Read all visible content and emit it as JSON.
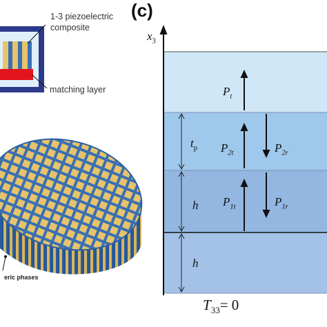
{
  "panel_label": "(c)",
  "composite_labels": {
    "composite": "1-3 piezoelectric composite",
    "matching": "matching layer",
    "phases": "eric phases"
  },
  "layer_diagram": {
    "axis": {
      "label": "x",
      "sub": "3"
    },
    "thickness": {
      "tp_main": "t",
      "tp_sub": "p",
      "h_upper": "h",
      "h_lower": "h"
    },
    "waves": [
      {
        "id": "pt",
        "main": "P",
        "sub": "t",
        "direction": "up"
      },
      {
        "id": "p2t",
        "main": "P",
        "sub": "2t",
        "direction": "up"
      },
      {
        "id": "p2r",
        "main": "P",
        "sub": "2r",
        "direction": "down"
      },
      {
        "id": "p1t",
        "main": "P",
        "sub": "1t",
        "direction": "up"
      },
      {
        "id": "p1r",
        "main": "P",
        "sub": "1r",
        "direction": "down"
      }
    ],
    "boundary": {
      "main": "T",
      "sub": "33",
      "value": "= 0"
    }
  },
  "colors": {
    "layer_top": "#cfe7f7",
    "layer_tp": "#9ec8ec",
    "layer_h": "#94b7e2",
    "layer_bottom": "#a4c2e8",
    "line": "#111111",
    "tile_yellow": "#e6c36c",
    "tile_blue": "#3a70b3",
    "matching_red": "#e4141c",
    "frame_navy": "#2c3a8c"
  }
}
